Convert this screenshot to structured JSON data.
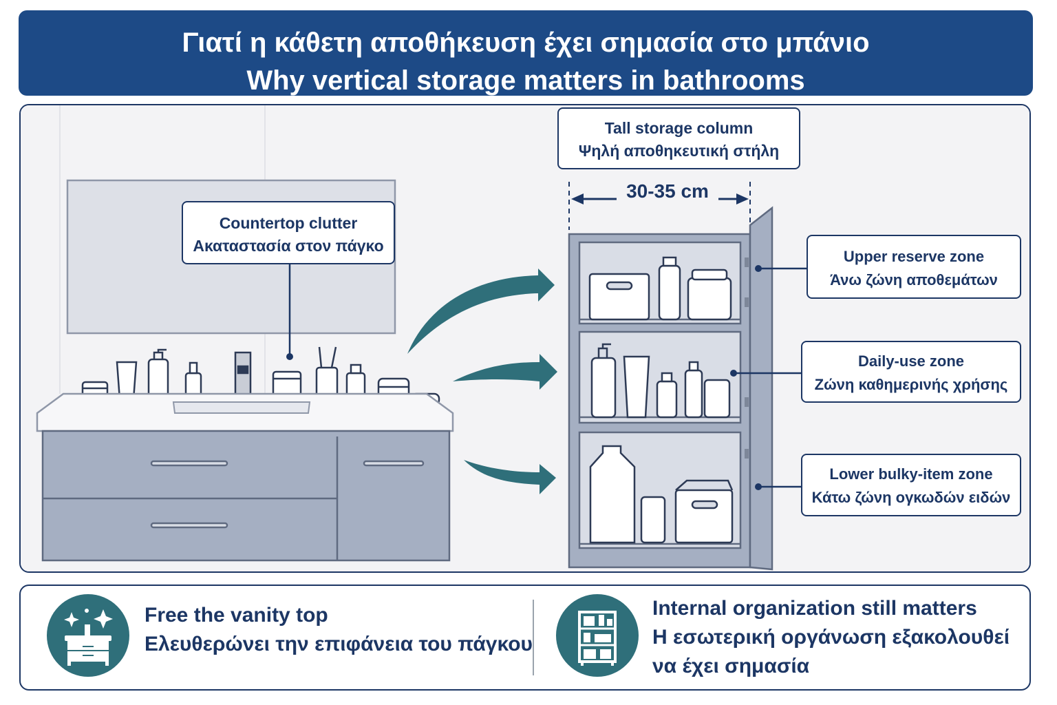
{
  "title": {
    "greek": "Γιατί η κάθετη αποθήκευση έχει σημασία στο μπάνιο",
    "english": "Why vertical storage matters in bathrooms"
  },
  "callouts": {
    "countertop": {
      "en": "Countertop clutter",
      "gr": "Ακαταστασία στον πάγκο"
    },
    "column": {
      "en": "Tall storage column",
      "gr": "Ψηλή αποθηκευτική στήλη"
    },
    "upper": {
      "en": "Upper reserve zone",
      "gr": "Άνω ζώνη αποθεμάτων"
    },
    "daily": {
      "en": "Daily-use zone",
      "gr": "Ζώνη καθημερινής χρήσης"
    },
    "lower": {
      "en": "Lower bulky-item zone",
      "gr": "Κάτω ζώνη ογκωδών ειδών"
    }
  },
  "dimension": {
    "width_label": "30-35 cm"
  },
  "benefits": [
    {
      "icon": "vanity-sparkle-icon",
      "en": "Free the vanity top",
      "gr": "Ελευθερώνει την επιφάνεια του πάγκου"
    },
    {
      "icon": "organized-shelf-icon",
      "en": "Internal organization still matters",
      "gr_line1": "Η εσωτερική οργάνωση εξακολουθεί",
      "gr_line2": "να έχει σημασία"
    }
  ],
  "colors": {
    "navy": "#1c3664",
    "title_bg": "#1d4a86",
    "teal": "#2f6f7a",
    "cabinet_fill": "#a5afc2",
    "panel_bg": "#f1f2f5"
  }
}
